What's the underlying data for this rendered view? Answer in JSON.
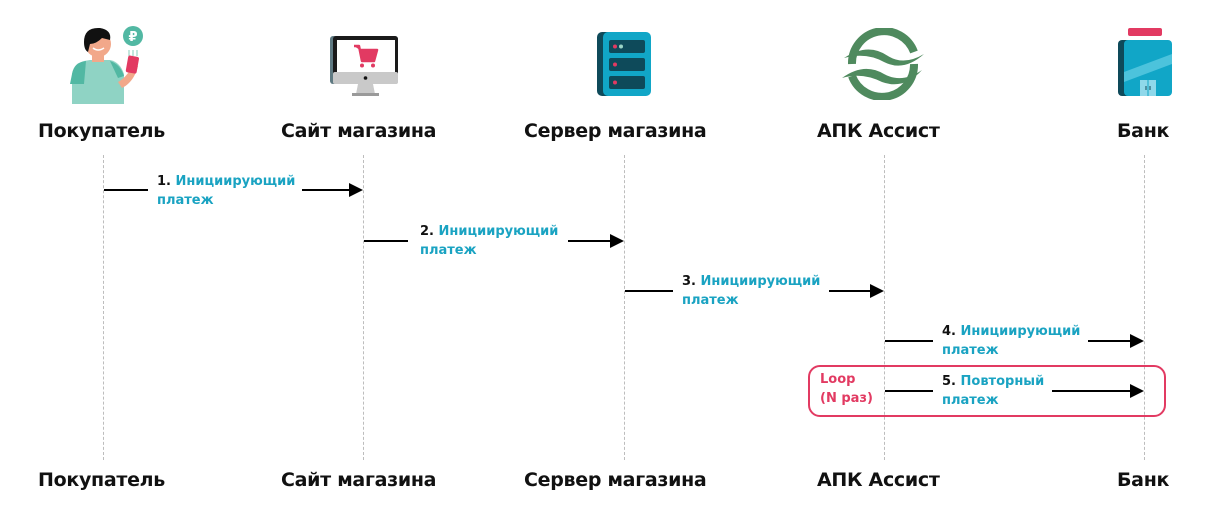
{
  "actors": [
    {
      "id": "buyer",
      "label": "Покупатель",
      "icon": "buyer-with-phone-icon"
    },
    {
      "id": "site",
      "label": "Сайт магазина",
      "icon": "monitor-cart-icon"
    },
    {
      "id": "server",
      "label": "Сервер магазина",
      "icon": "server-rack-icon"
    },
    {
      "id": "apk",
      "label": "АПК Ассист",
      "icon": "assist-logo-icon"
    },
    {
      "id": "bank",
      "label": "Банк",
      "icon": "bank-building-icon"
    }
  ],
  "messages": [
    {
      "num": "1.",
      "label_line1": "Инициирующий",
      "label_line2": "платеж",
      "from": "buyer",
      "to": "site"
    },
    {
      "num": "2.",
      "label_line1": "Инициирующий",
      "label_line2": "платеж",
      "from": "site",
      "to": "server"
    },
    {
      "num": "3.",
      "label_line1": "Инициирующий",
      "label_line2": "платеж",
      "from": "server",
      "to": "apk"
    },
    {
      "num": "4.",
      "label_line1": "Инициирующий",
      "label_line2": "платеж",
      "from": "apk",
      "to": "bank"
    },
    {
      "num": "5.",
      "label_line1": "Повторный",
      "label_line2": "платеж",
      "from": "apk",
      "to": "bank"
    }
  ],
  "loop": {
    "line1": "Loop",
    "line2": "(N раз)"
  },
  "colors": {
    "accent_teal": "#1aa3c2",
    "loop_red": "#e23a62",
    "lifeline": "#bdbdbd"
  }
}
